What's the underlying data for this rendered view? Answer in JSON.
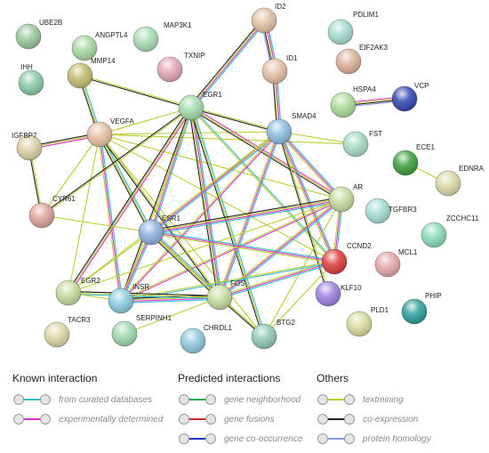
{
  "network": {
    "nodes": [
      {
        "id": "UBE2B",
        "color": "#99c799"
      },
      {
        "id": "ANGPTL4",
        "color": "#a6d8a0"
      },
      {
        "id": "MAP3K1",
        "color": "#a8dcb2"
      },
      {
        "id": "ID2",
        "color": "#e2c2a4"
      },
      {
        "id": "PDLIM1",
        "color": "#a4dcd0"
      },
      {
        "id": "IHH",
        "color": "#88c9a4"
      },
      {
        "id": "MMP14",
        "color": "#c2bc70"
      },
      {
        "id": "TXNIP",
        "color": "#e2a6b4"
      },
      {
        "id": "EIF2AK3",
        "color": "#dcb09a"
      },
      {
        "id": "ID1",
        "color": "#e6bfa4"
      },
      {
        "id": "HSPA4",
        "color": "#aadc98"
      },
      {
        "id": "VCP",
        "color": "#3346b0"
      },
      {
        "id": "EGR1",
        "color": "#a2dcaa"
      },
      {
        "id": "VEGFA",
        "color": "#e6c0a0"
      },
      {
        "id": "IGFBP7",
        "color": "#dcd0a4"
      },
      {
        "id": "SMAD4",
        "color": "#8cbcdc"
      },
      {
        "id": "FST",
        "color": "#a6dcc4"
      },
      {
        "id": "ECE1",
        "color": "#3c9e3c"
      },
      {
        "id": "EDNRA",
        "color": "#dcd8a4"
      },
      {
        "id": "CYR61",
        "color": "#dca298"
      },
      {
        "id": "AR",
        "color": "#c4dc9c"
      },
      {
        "id": "TGFBR3",
        "color": "#a4dcd0"
      },
      {
        "id": "ZCCHC11",
        "color": "#88dcb8"
      },
      {
        "id": "ESR1",
        "color": "#8cb0dc"
      },
      {
        "id": "CCND2",
        "color": "#dc3c3c"
      },
      {
        "id": "MCL1",
        "color": "#e6a6a6"
      },
      {
        "id": "EGR2",
        "color": "#c4dc9c"
      },
      {
        "id": "INSR",
        "color": "#88cce0"
      },
      {
        "id": "FOS",
        "color": "#c4dc9c"
      },
      {
        "id": "KLF10",
        "color": "#9c80e0"
      },
      {
        "id": "PHIP",
        "color": "#2c9c9c"
      },
      {
        "id": "PLD1",
        "color": "#d8dc9c"
      },
      {
        "id": "TACR3",
        "color": "#dcd8a4"
      },
      {
        "id": "SERPINH1",
        "color": "#9cd8ac"
      },
      {
        "id": "CHRDL1",
        "color": "#8cc8dc"
      },
      {
        "id": "BTG2",
        "color": "#8cc8b0"
      }
    ],
    "edges": [
      {
        "a": "ID2",
        "b": "EGR1",
        "types": [
          "curated",
          "experimental",
          "textmining",
          "coexpression"
        ]
      },
      {
        "a": "ID2",
        "b": "ID1",
        "types": [
          "curated",
          "experimental",
          "textmining",
          "coexpression",
          "homology"
        ]
      },
      {
        "a": "ID1",
        "b": "SMAD4",
        "types": [
          "curated",
          "experimental",
          "textmining",
          "coexpression"
        ]
      },
      {
        "a": "HSPA4",
        "b": "VCP",
        "types": [
          "experimental",
          "textmining",
          "coexpression",
          "homology"
        ]
      },
      {
        "a": "ECE1",
        "b": "EDNRA",
        "types": [
          "textmining"
        ]
      },
      {
        "a": "MMP14",
        "b": "VEGFA",
        "types": [
          "curated",
          "textmining",
          "coexpression"
        ]
      },
      {
        "a": "MMP14",
        "b": "EGR1",
        "types": [
          "textmining",
          "coexpression"
        ]
      },
      {
        "a": "VEGFA",
        "b": "IGFBP7",
        "types": [
          "experimental",
          "textmining",
          "coexpression"
        ]
      },
      {
        "a": "VEGFA",
        "b": "EGR1",
        "types": [
          "textmining"
        ]
      },
      {
        "a": "VEGFA",
        "b": "SMAD4",
        "types": [
          "textmining"
        ]
      },
      {
        "a": "VEGFA",
        "b": "FST",
        "types": [
          "textmining"
        ]
      },
      {
        "a": "VEGFA",
        "b": "AR",
        "types": [
          "textmining"
        ]
      },
      {
        "a": "VEGFA",
        "b": "ESR1",
        "types": [
          "curated",
          "textmining",
          "coexpression"
        ]
      },
      {
        "a": "VEGFA",
        "b": "CCND2",
        "types": [
          "textmining"
        ]
      },
      {
        "a": "VEGFA",
        "b": "EGR2",
        "types": [
          "textmining"
        ]
      },
      {
        "a": "VEGFA",
        "b": "INSR",
        "types": [
          "curated",
          "experimental",
          "textmining"
        ]
      },
      {
        "a": "VEGFA",
        "b": "FOS",
        "types": [
          "textmining",
          "coexpression"
        ]
      },
      {
        "a": "VEGFA",
        "b": "BTG2",
        "types": [
          "textmining"
        ]
      },
      {
        "a": "VEGFA",
        "b": "CYR61",
        "types": [
          "textmining"
        ]
      },
      {
        "a": "IGFBP7",
        "b": "CYR61",
        "types": [
          "textmining",
          "coexpression"
        ]
      },
      {
        "a": "EGR1",
        "b": "SMAD4",
        "types": [
          "textmining",
          "coexpression"
        ]
      },
      {
        "a": "EGR1",
        "b": "CYR61",
        "types": [
          "textmining",
          "coexpression"
        ]
      },
      {
        "a": "EGR1",
        "b": "ESR1",
        "types": [
          "curated",
          "experimental",
          "textmining"
        ]
      },
      {
        "a": "EGR1",
        "b": "AR",
        "types": [
          "experimental",
          "textmining",
          "coexpression"
        ]
      },
      {
        "a": "EGR1",
        "b": "CCND2",
        "types": [
          "curated",
          "textmining"
        ]
      },
      {
        "a": "EGR1",
        "b": "EGR2",
        "types": [
          "experimental",
          "textmining",
          "coexpression"
        ]
      },
      {
        "a": "EGR1",
        "b": "INSR",
        "types": [
          "textmining",
          "coexpression"
        ]
      },
      {
        "a": "EGR1",
        "b": "FOS",
        "types": [
          "curated",
          "experimental",
          "textmining",
          "coexpression"
        ]
      },
      {
        "a": "EGR1",
        "b": "BTG2",
        "types": [
          "curated",
          "textmining",
          "coexpression"
        ]
      },
      {
        "a": "SMAD4",
        "b": "AR",
        "types": [
          "curated",
          "experimental",
          "textmining"
        ]
      },
      {
        "a": "SMAD4",
        "b": "ESR1",
        "types": [
          "curated",
          "experimental",
          "textmining"
        ]
      },
      {
        "a": "SMAD4",
        "b": "CCND2",
        "types": [
          "curated",
          "experimental",
          "textmining"
        ]
      },
      {
        "a": "SMAD4",
        "b": "FOS",
        "types": [
          "curated",
          "experimental",
          "textmining"
        ]
      },
      {
        "a": "SMAD4",
        "b": "INSR",
        "types": [
          "experimental",
          "textmining"
        ]
      },
      {
        "a": "SMAD4",
        "b": "EGR2",
        "types": [
          "textmining"
        ]
      },
      {
        "a": "SMAD4",
        "b": "KLF10",
        "types": [
          "textmining",
          "coexpression"
        ]
      },
      {
        "a": "SMAD4",
        "b": "FST",
        "types": [
          "textmining"
        ]
      },
      {
        "a": "AR",
        "b": "ESR1",
        "types": [
          "curated",
          "experimental",
          "textmining",
          "coexpression"
        ]
      },
      {
        "a": "AR",
        "b": "CCND2",
        "types": [
          "curated",
          "experimental",
          "textmining"
        ]
      },
      {
        "a": "AR",
        "b": "FOS",
        "types": [
          "curated",
          "experimental",
          "textmining"
        ]
      },
      {
        "a": "AR",
        "b": "INSR",
        "types": [
          "experimental",
          "textmining"
        ]
      },
      {
        "a": "AR",
        "b": "EGR2",
        "types": [
          "textmining"
        ]
      },
      {
        "a": "AR",
        "b": "BTG2",
        "types": [
          "textmining"
        ]
      },
      {
        "a": "ESR1",
        "b": "CCND2",
        "types": [
          "curated",
          "experimental",
          "textmining"
        ]
      },
      {
        "a": "ESR1",
        "b": "FOS",
        "types": [
          "curated",
          "experimental",
          "textmining",
          "coexpression"
        ]
      },
      {
        "a": "ESR1",
        "b": "INSR",
        "types": [
          "curated",
          "experimental",
          "textmining"
        ]
      },
      {
        "a": "ESR1",
        "b": "EGR2",
        "types": [
          "textmining"
        ]
      },
      {
        "a": "ESR1",
        "b": "BTG2",
        "types": [
          "textmining"
        ]
      },
      {
        "a": "ESR1",
        "b": "CYR61",
        "types": [
          "textmining"
        ]
      },
      {
        "a": "CCND2",
        "b": "FOS",
        "types": [
          "curated",
          "experimental",
          "textmining"
        ]
      },
      {
        "a": "CCND2",
        "b": "INSR",
        "types": [
          "curated",
          "textmining"
        ]
      },
      {
        "a": "CCND2",
        "b": "BTG2",
        "types": [
          "textmining"
        ]
      },
      {
        "a": "FOS",
        "b": "INSR",
        "types": [
          "curated",
          "experimental",
          "textmining",
          "coexpression"
        ]
      },
      {
        "a": "FOS",
        "b": "EGR2",
        "types": [
          "curated",
          "textmining",
          "coexpression"
        ]
      },
      {
        "a": "FOS",
        "b": "BTG2",
        "types": [
          "textmining",
          "coexpression"
        ]
      },
      {
        "a": "FOS",
        "b": "SERPINH1",
        "types": [
          "textmining"
        ]
      },
      {
        "a": "INSR",
        "b": "EGR2",
        "types": [
          "textmining"
        ]
      }
    ]
  },
  "legend": {
    "groups": [
      {
        "title": "Known interaction",
        "items": [
          {
            "label": "from curated databases",
            "color": "#33bbcc"
          },
          {
            "label": "experimentally determined",
            "color": "#dd33cc"
          }
        ]
      },
      {
        "title": "Predicted interactions",
        "items": [
          {
            "label": "gene neighborhood",
            "color": "#22aa44"
          },
          {
            "label": "gene fusions",
            "color": "#dd2222"
          },
          {
            "label": "gene co-occurrence",
            "color": "#2233bb"
          }
        ]
      },
      {
        "title": "Others",
        "items": [
          {
            "label": "textmining",
            "color": "#bbcc33"
          },
          {
            "label": "co-expression",
            "color": "#222222"
          },
          {
            "label": "protein homology",
            "color": "#8899ee"
          }
        ]
      }
    ]
  }
}
